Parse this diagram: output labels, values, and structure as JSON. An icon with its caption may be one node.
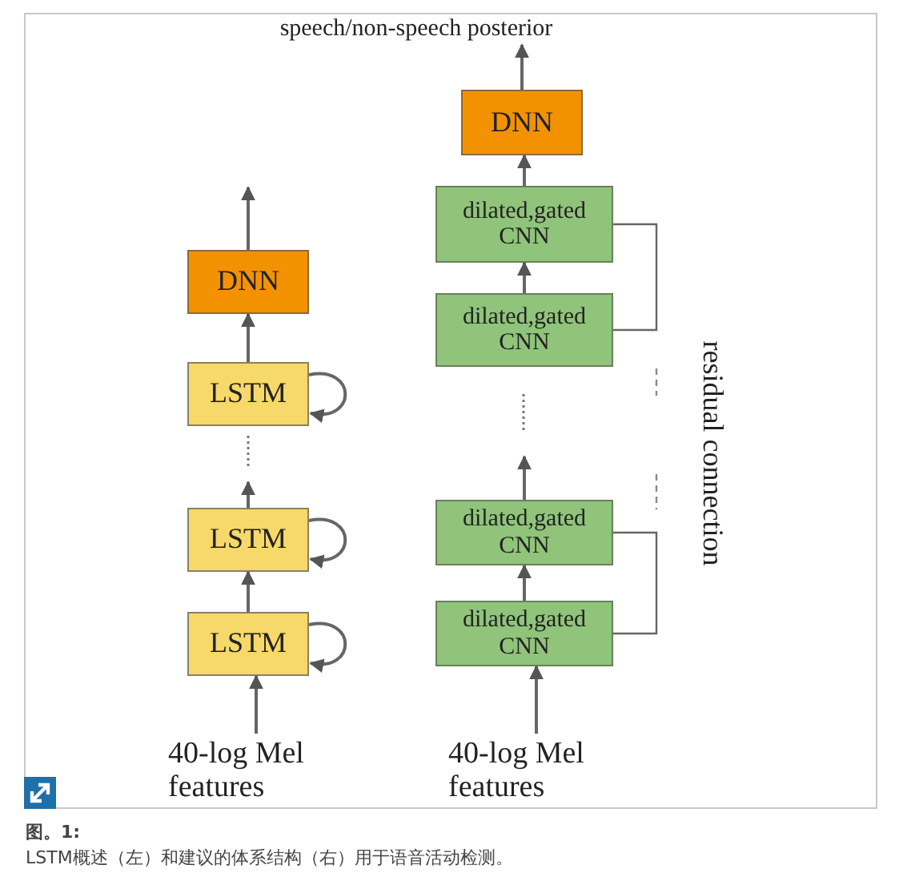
{
  "diagram": {
    "caption": "LSTM概述（左）和建议的体系结构（右）用于语音活动检测。",
    "nodes": [
      {
        "text": [
          "speech/non-speech posterior"
        ]
      },
      {
        "text": [
          "DNN"
        ]
      },
      {
        "text": [
          "LSTM"
        ]
      },
      {
        "text": [
          "LSTM"
        ]
      },
      {
        "text": [
          "LSTM"
        ]
      },
      {
        "text": [
          "40-log Mel features"
        ]
      },
      {
        "text": [
          "DNN"
        ]
      },
      {
        "text": [
          "dilated,gated CNN"
        ]
      },
      {
        "text": [
          "dilated,gated CNN"
        ]
      },
      {
        "text": [
          "dilated,gated CNN"
        ]
      },
      {
        "text": [
          "dilated,gated CNN"
        ]
      },
      {
        "text": [
          "40-log Mel features"
        ]
      }
    ],
    "edges": [
      {
        "from": 5,
        "to": 4,
        "arrow": "to"
      },
      {
        "from": 4,
        "to": 3,
        "arrow": "to"
      },
      {
        "from": 3,
        "to": null,
        "arrow": "to"
      },
      {
        "from": 2,
        "to": 1,
        "arrow": "to"
      },
      {
        "from": 1,
        "to": null,
        "arrow": "to"
      },
      {
        "from": 4,
        "to": 4,
        "arrow": "to"
      },
      {
        "from": 3,
        "to": 3,
        "arrow": "to"
      },
      {
        "from": 2,
        "to": 2,
        "arrow": "to"
      },
      {
        "from": 11,
        "to": 10,
        "arrow": "to"
      },
      {
        "from": 10,
        "to": 9,
        "arrow": "to"
      },
      {
        "from": 9,
        "to": null,
        "arrow": "to"
      },
      {
        "from": 8,
        "to": 7,
        "arrow": "to"
      },
      {
        "from": 7,
        "to": 6,
        "arrow": "to"
      },
      {
        "from": 6,
        "to": 0,
        "arrow": "to"
      },
      {
        "from": 10,
        "to": 9,
        "arrow": "none"
      },
      {
        "from": 8,
        "to": 7,
        "arrow": "none"
      }
    ],
    "labels": [
      "residual connection",
      "图。1:"
    ]
  }
}
